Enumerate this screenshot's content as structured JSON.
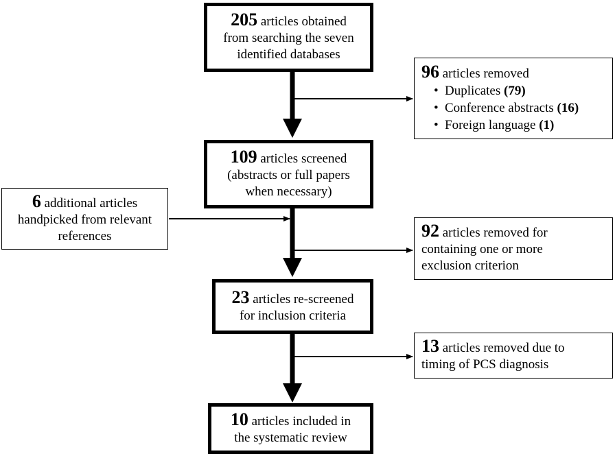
{
  "boxes": {
    "identified": {
      "count": "205",
      "lines": [
        "articles obtained",
        "from searching the seven",
        "identified databases"
      ]
    },
    "removed_initial": {
      "count": "96",
      "heading": "articles removed",
      "items": [
        {
          "label": "Duplicates",
          "value": "(79)"
        },
        {
          "label": "Conference abstracts",
          "value": "(16)"
        },
        {
          "label": "Foreign language",
          "value": "(1)"
        }
      ]
    },
    "screened": {
      "count": "109",
      "lines": [
        "articles screened",
        "(abstracts or full papers",
        "when necessary)"
      ]
    },
    "handpicked": {
      "count": "6",
      "lines": [
        "additional articles",
        "handpicked from relevant",
        "references"
      ]
    },
    "removed_exclusion": {
      "count": "92",
      "lines": [
        "articles removed for",
        "containing one or more",
        "exclusion criterion"
      ]
    },
    "rescreened": {
      "count": "23",
      "lines": [
        "articles re-screened",
        "for inclusion criteria"
      ]
    },
    "removed_timing": {
      "count": "13",
      "lines": [
        "articles removed due to",
        "timing of PCS diagnosis"
      ]
    },
    "included": {
      "count": "10",
      "lines": [
        "articles included in",
        "the systematic review"
      ]
    }
  }
}
